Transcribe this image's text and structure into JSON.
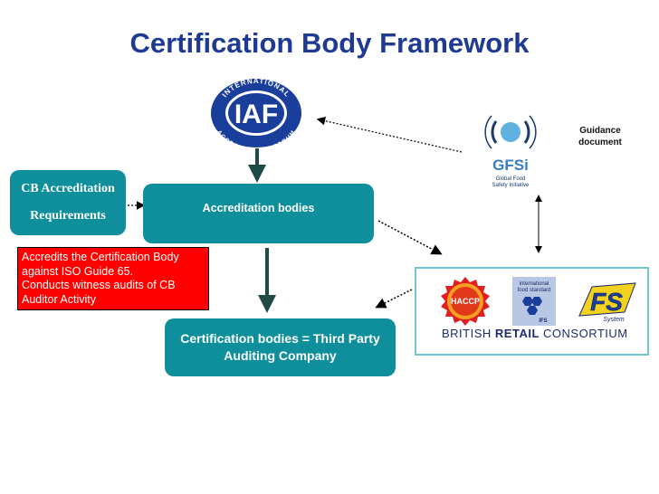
{
  "title": "Certification Body Framework",
  "nodes": {
    "cb_requirements": [
      "CB Accreditation",
      "Requirements"
    ],
    "accreditation_bodies": "Accreditation bodies",
    "certification_bodies": "Certification bodies = Third Party Auditing Company",
    "accredits_note": [
      "Accredits the Certification Body",
      "against ISO Guide 65.",
      "Conducts witness audits of CB",
      "Auditor Activity"
    ],
    "guidance": [
      "Guidance",
      "document"
    ]
  },
  "logos": {
    "iaf": {
      "letters": "IAF",
      "ring_top": "INTERNATIONAL",
      "ring_bottom": "ACCREDITATION FORUM"
    },
    "gfsi": {
      "letters": "GFSi",
      "line1": "Global Food",
      "line2": "Safety Initiative"
    },
    "haccp": "HACCP",
    "ifs": {
      "line1": "international",
      "line2": "food standard",
      "badge": "IFS"
    },
    "fs": {
      "letters": "FS",
      "word": "System"
    },
    "brc": {
      "part1": "BRITISH",
      "part2": "RETAIL",
      "part3": "CONSORTIUM"
    }
  },
  "colors": {
    "title": "#1f3a93",
    "teal": "#0f8f9c",
    "red": "#ff0000",
    "frame": "#6fc6d0",
    "iaf_blue": "#1a3e9c"
  }
}
